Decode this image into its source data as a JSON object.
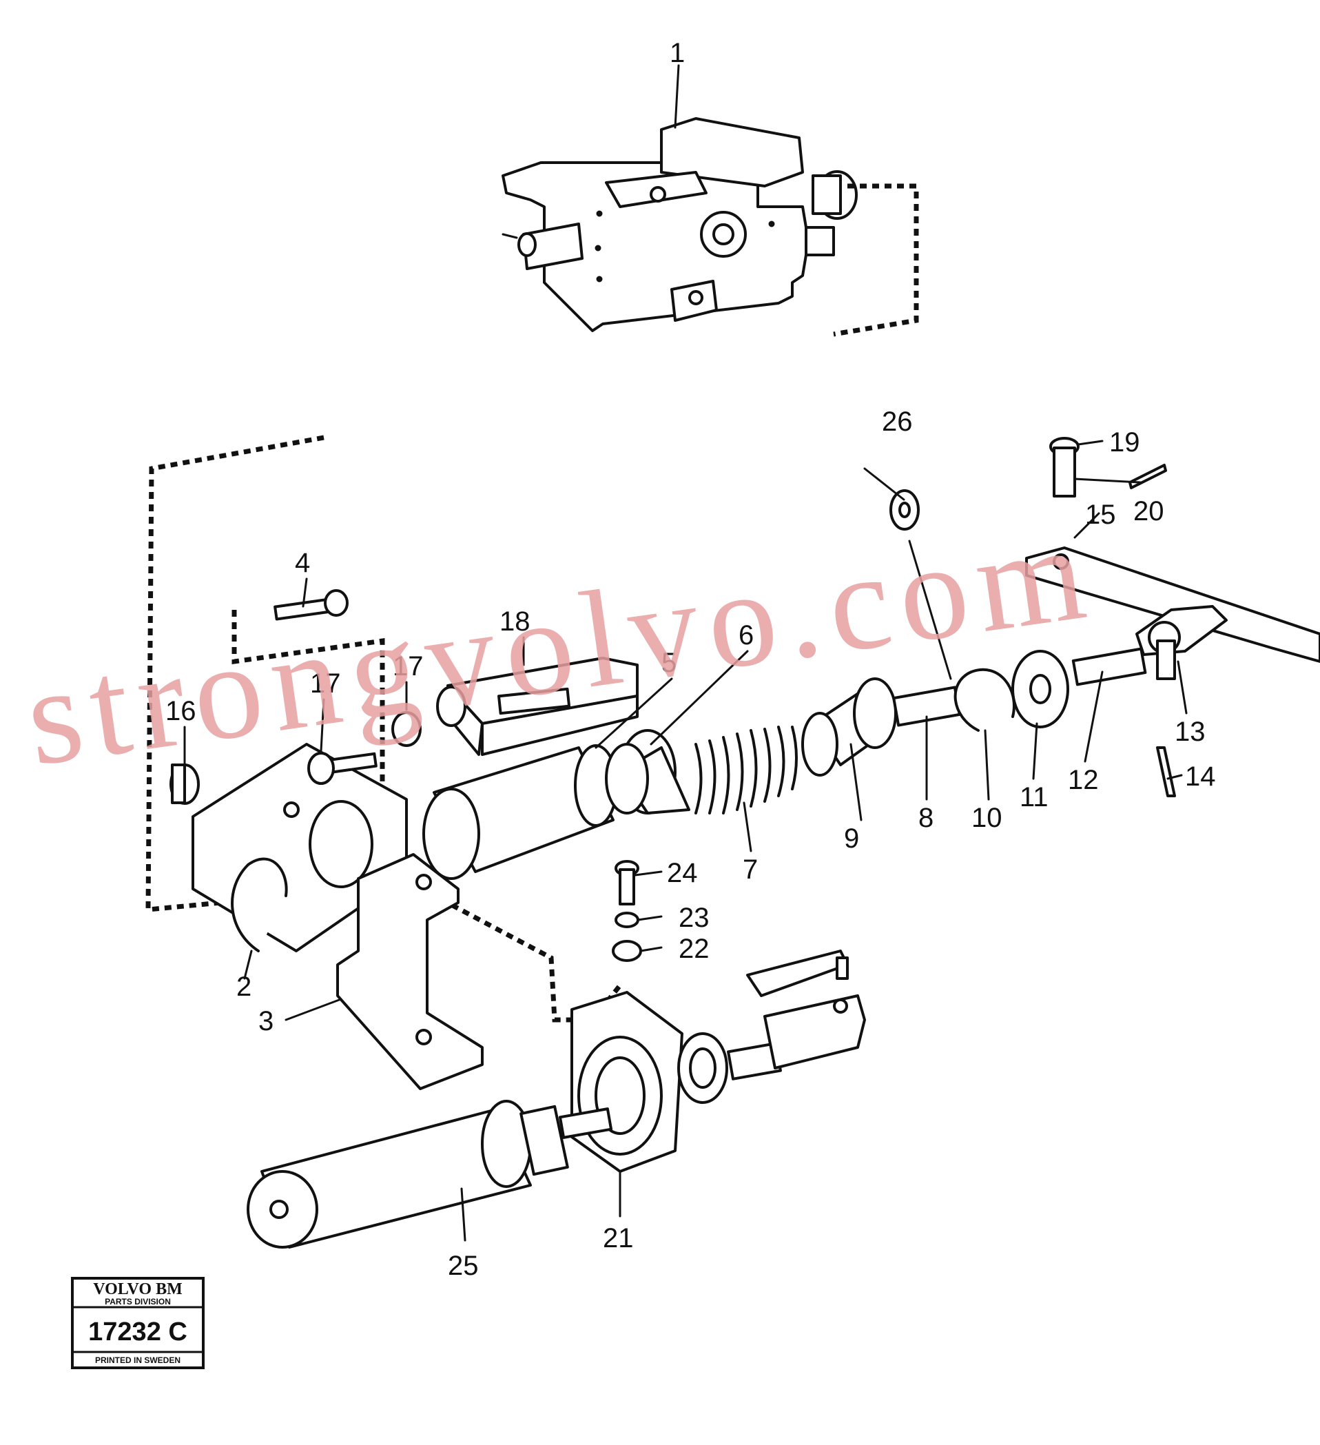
{
  "callouts": [
    {
      "id": "1",
      "label": "1"
    },
    {
      "id": "2",
      "label": "2"
    },
    {
      "id": "3",
      "label": "3"
    },
    {
      "id": "4",
      "label": "4"
    },
    {
      "id": "5",
      "label": "5"
    },
    {
      "id": "6",
      "label": "6"
    },
    {
      "id": "7",
      "label": "7"
    },
    {
      "id": "8",
      "label": "8"
    },
    {
      "id": "9",
      "label": "9"
    },
    {
      "id": "10",
      "label": "10"
    },
    {
      "id": "11",
      "label": "11"
    },
    {
      "id": "12",
      "label": "12"
    },
    {
      "id": "13",
      "label": "13"
    },
    {
      "id": "14",
      "label": "14"
    },
    {
      "id": "15",
      "label": "15"
    },
    {
      "id": "16",
      "label": "16"
    },
    {
      "id": "17a",
      "label": "17"
    },
    {
      "id": "17b",
      "label": "17"
    },
    {
      "id": "18",
      "label": "18"
    },
    {
      "id": "19",
      "label": "19"
    },
    {
      "id": "20",
      "label": "20"
    },
    {
      "id": "21",
      "label": "21"
    },
    {
      "id": "22",
      "label": "22"
    },
    {
      "id": "23",
      "label": "23"
    },
    {
      "id": "24",
      "label": "24"
    },
    {
      "id": "25",
      "label": "25"
    },
    {
      "id": "26",
      "label": "26"
    }
  ],
  "watermark": {
    "text": "strongvolvo.com",
    "color": "#e7a0a0"
  },
  "stamp": {
    "brand": "VOLVO BM",
    "division": "PARTS DIVISION",
    "number": "17232 C",
    "printed": "PRINTED IN SWEDEN"
  }
}
